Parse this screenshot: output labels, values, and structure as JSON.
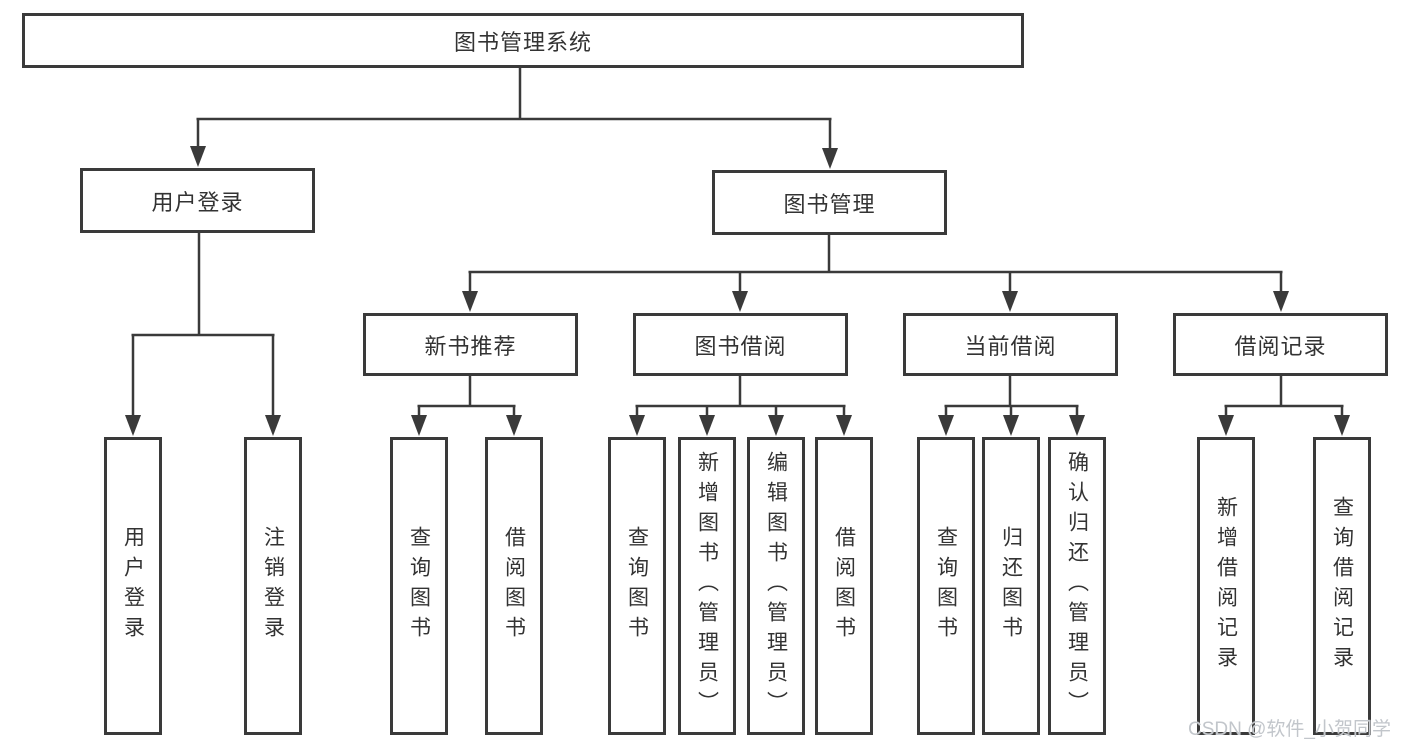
{
  "diagram": {
    "type": "hierarchy-flowchart",
    "tree": {
      "label": "图书管理系统",
      "children": [
        {
          "label": "用户登录",
          "children": [
            {
              "label": "用户登录"
            },
            {
              "label": "注销登录"
            }
          ]
        },
        {
          "label": "图书管理",
          "children": [
            {
              "label": "新书推荐",
              "children": [
                {
                  "label": "查询图书"
                },
                {
                  "label": "借阅图书"
                }
              ]
            },
            {
              "label": "图书借阅",
              "children": [
                {
                  "label": "查询图书"
                },
                {
                  "label": "新增图书（管理员）"
                },
                {
                  "label": "编辑图书（管理员）"
                },
                {
                  "label": "借阅图书"
                }
              ]
            },
            {
              "label": "当前借阅",
              "children": [
                {
                  "label": "查询图书"
                },
                {
                  "label": "归还图书"
                },
                {
                  "label": "确认归还（管理员）"
                }
              ]
            },
            {
              "label": "借阅记录",
              "children": [
                {
                  "label": "新增借阅记录"
                },
                {
                  "label": "查询借阅记录"
                }
              ]
            }
          ]
        }
      ]
    },
    "watermark": "CSDN @软件_小贺同学",
    "colors": {
      "line": "#3a3a3a",
      "box_border": "#3a3a3a",
      "text": "#333333",
      "watermark": "#c2c6cb",
      "background": "#ffffff"
    }
  }
}
